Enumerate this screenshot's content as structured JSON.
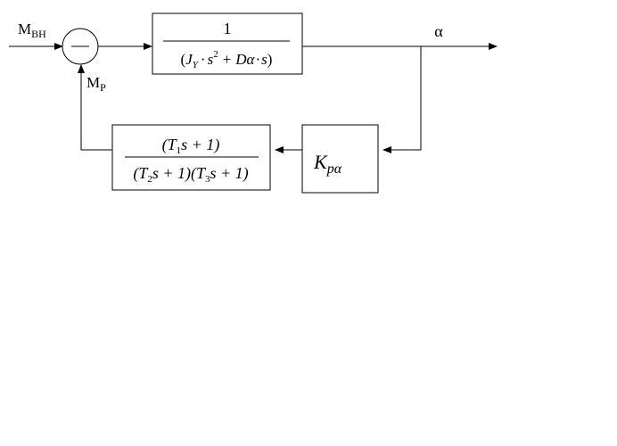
{
  "diagram": {
    "type": "block-diagram",
    "description": "Closed-loop control system with negative feedback",
    "colors": {
      "stroke": "#000000",
      "background": "#ffffff"
    },
    "signals": {
      "input_label": "M",
      "input_subscript": "BH",
      "feedback_label": "M",
      "feedback_subscript": "P",
      "output_label": "α"
    },
    "summing_junction": {
      "sign": "—"
    },
    "blocks": {
      "plant": {
        "numerator": "1",
        "den_open": "(",
        "den_J": "J",
        "den_J_sub": "Y",
        "den_dot1": "·",
        "den_s": "s",
        "den_exp": "2",
        "den_plus": "+",
        "den_D": "Dα",
        "den_dot2": "·",
        "den_s2": "s",
        "den_close": ")"
      },
      "gain": {
        "symbol": "K",
        "subscript": "pα"
      },
      "feedback_filter": {
        "num_open": "(T",
        "num_sub": "1",
        "num_rest": "s + 1)",
        "den_part1_open": "(T",
        "den_part1_sub": "2",
        "den_part1_rest": "s + 1)",
        "den_part2_open": "(T",
        "den_part2_sub": "3",
        "den_part2_rest": "s + 1)"
      }
    }
  }
}
